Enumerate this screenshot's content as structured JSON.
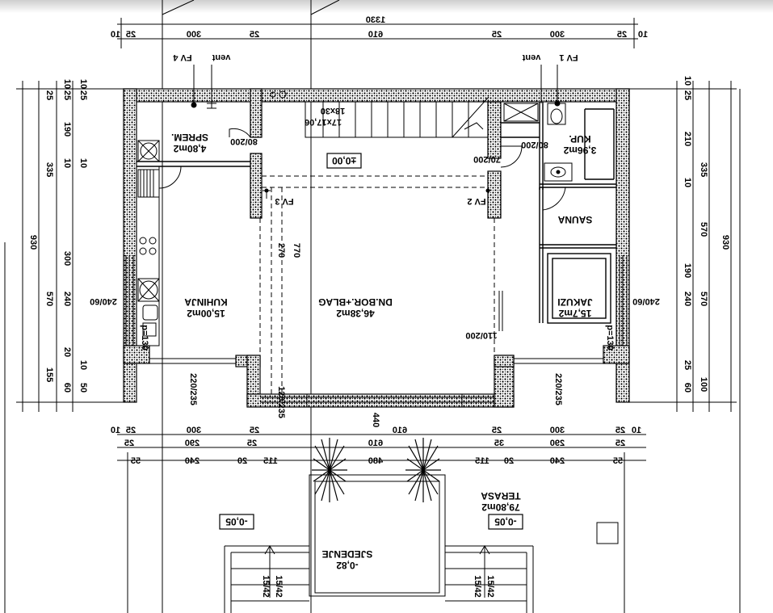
{
  "top_dimensions": {
    "overall": "1330",
    "parts": [
      "10",
      "25",
      "300",
      "25",
      "610",
      "25",
      "300",
      "25",
      "10"
    ]
  },
  "bottom_dimensions": {
    "row1": [
      "10",
      "25",
      "300",
      "25",
      "610",
      "25",
      "300",
      "25",
      "10"
    ],
    "row2": [
      "25",
      "290",
      "35",
      "610",
      "25",
      "290",
      "25"
    ],
    "row3": [
      "55",
      "240",
      "20",
      "115",
      "480",
      "115",
      "20",
      "240",
      "55"
    ]
  },
  "left_dimensions": {
    "outer": "930",
    "col2": [
      "25",
      "335",
      "570"
    ],
    "col3": [
      "10",
      "25",
      "190",
      "10",
      "300",
      "240",
      "20",
      "155",
      "60"
    ],
    "col4": [
      "10",
      "25",
      "10",
      "10",
      "50"
    ]
  },
  "right_dimensions": {
    "outer": "930",
    "col2": [
      "335",
      "570"
    ],
    "col3": [
      "10",
      "25",
      "210",
      "10",
      "570",
      "190",
      "240",
      "25",
      "100",
      "60"
    ]
  },
  "rooms": [
    {
      "name": "SPREM.",
      "area": "4,80m2"
    },
    {
      "name": "KUHINJA",
      "area": "15,00m2"
    },
    {
      "name": "DN.BOR.+BLAG",
      "area": "46,38m2"
    },
    {
      "name": "KUP.",
      "area": "3,96m2"
    },
    {
      "name": "SAUNA",
      "area": ""
    },
    {
      "name": "JAKUZI",
      "area": "15,7m2"
    },
    {
      "name": "TERASA",
      "area": "79,80m2"
    },
    {
      "name": "SJEDENJE",
      "area": "-0,82"
    }
  ],
  "vents": [
    "vent",
    "vent"
  ],
  "fv_labels": [
    "FV 4",
    "FV 1",
    "FV 3",
    "FV 2"
  ],
  "level_marks": [
    "±0,00",
    "-0,05",
    "-0,05"
  ],
  "stair_label": [
    "18x30",
    "17x17,06"
  ],
  "door_labels": [
    "80/200",
    "70/200",
    "80/200",
    "110/200"
  ],
  "window_labels": [
    "240/60",
    "240/60",
    "p=130",
    "p=130"
  ],
  "misc_labels": [
    "440",
    "270",
    "770",
    "220/235",
    "220/235",
    "120/235",
    "15/42",
    "15/42",
    "15/42",
    "15/42"
  ]
}
